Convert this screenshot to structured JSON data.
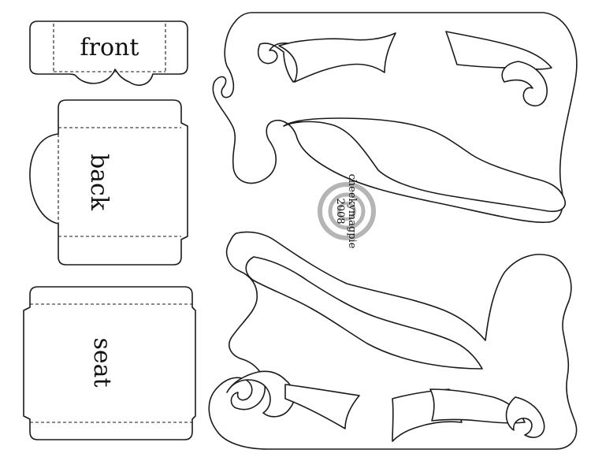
{
  "template": {
    "pieces": {
      "front": {
        "label": "front"
      },
      "back": {
        "label": "back"
      },
      "seat": {
        "label": "seat"
      }
    },
    "watermark": {
      "line1": "cheekymagpie",
      "line2": "2008",
      "ring_color": "#b5b5b5"
    },
    "colors": {
      "outline": "#1a1a1a",
      "paper": "#ffffff"
    }
  }
}
